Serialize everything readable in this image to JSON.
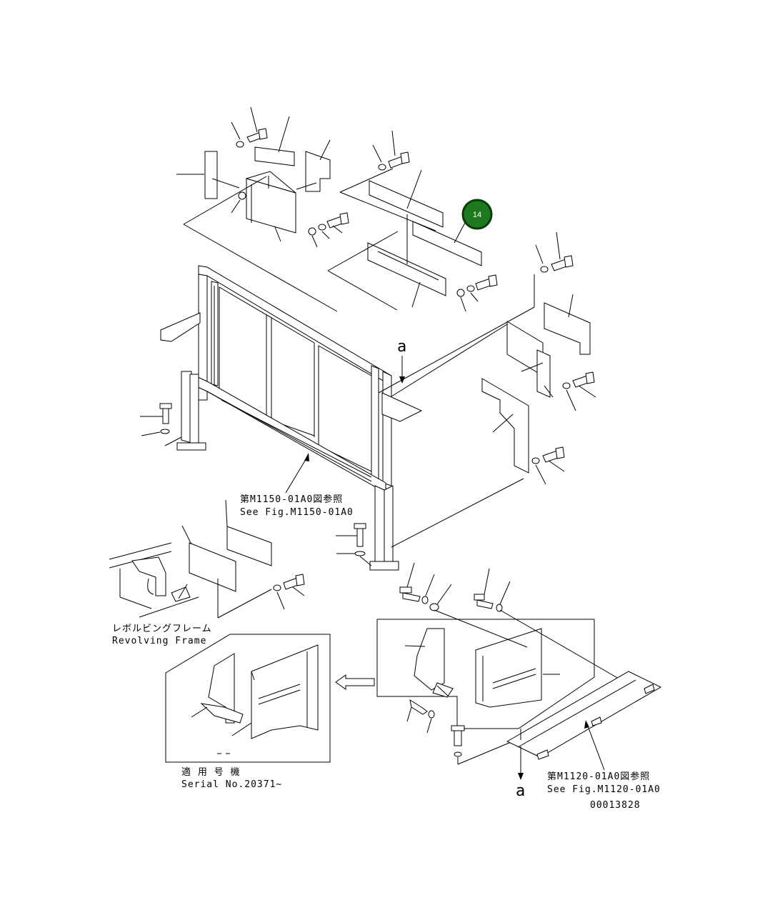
{
  "badge": {
    "number": "14",
    "fill": "#1e7a1e"
  },
  "refs": {
    "frame_jp": "第M1150-01A0図参照",
    "frame_en": "See Fig.M1150-01A0",
    "revolving_jp": "レボルビングフレーム",
    "revolving_en": "Revolving Frame",
    "serial_jp": "適 用 号 機",
    "serial_en": "Serial No.20371~",
    "cover_jp": "第M1120-01A0図参照",
    "cover_en": "See Fig.M1120-01A0",
    "marker": "a",
    "drawing_no": "00013828"
  }
}
